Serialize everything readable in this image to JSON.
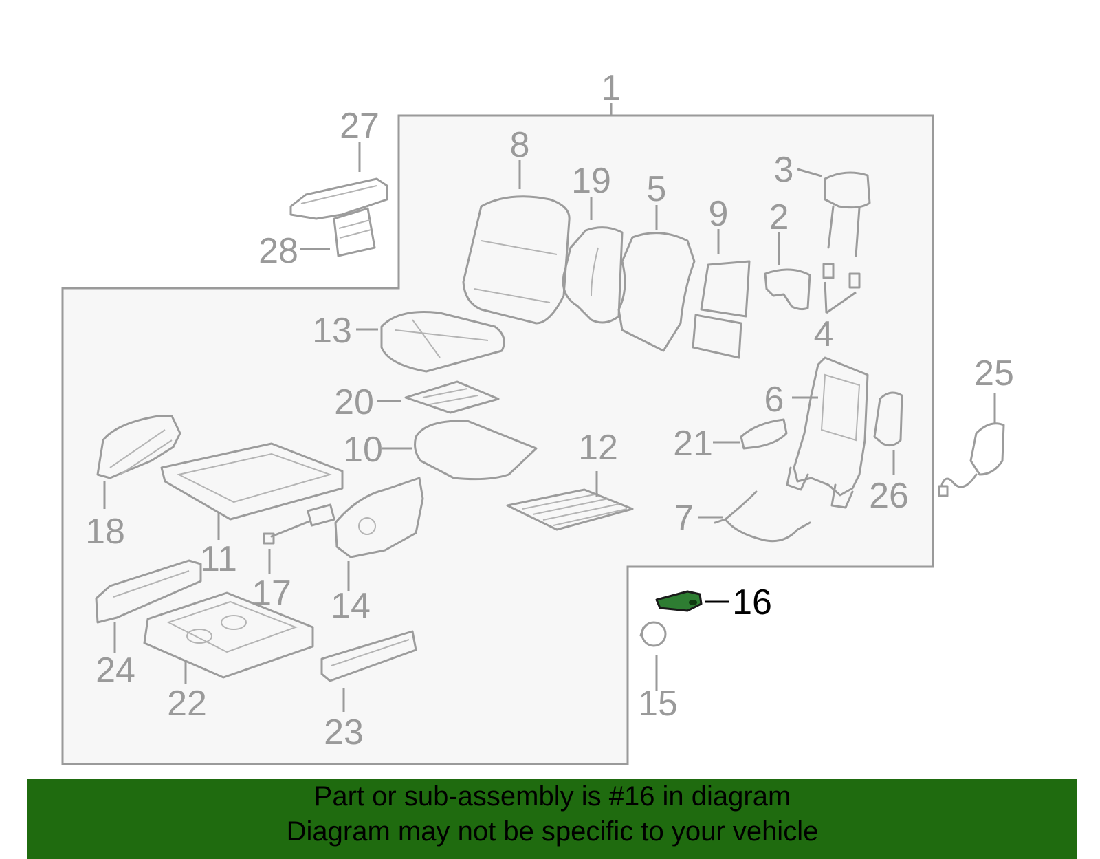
{
  "colors": {
    "panel_fill": "#f7f7f7",
    "panel_stroke": "#9a9a9a",
    "part_stroke": "#9c9c9c",
    "highlight_part": "#2e7d32",
    "banner_bg": "#1f6b0f"
  },
  "highlighted_part": "16",
  "callouts": {
    "c1": "1",
    "c2": "2",
    "c3": "3",
    "c4": "4",
    "c5": "5",
    "c6": "6",
    "c7": "7",
    "c8": "8",
    "c9": "9",
    "c10": "10",
    "c11": "11",
    "c12": "12",
    "c13": "13",
    "c14": "14",
    "c15": "15",
    "c16": "16",
    "c17": "17",
    "c18": "18",
    "c19": "19",
    "c20": "20",
    "c21": "21",
    "c22": "22",
    "c23": "23",
    "c24": "24",
    "c25": "25",
    "c26": "26",
    "c27": "27",
    "c28": "28"
  },
  "banner": {
    "line1": "Part or sub-assembly is #16 in diagram",
    "line2": "Diagram may not be specific to your vehicle"
  }
}
